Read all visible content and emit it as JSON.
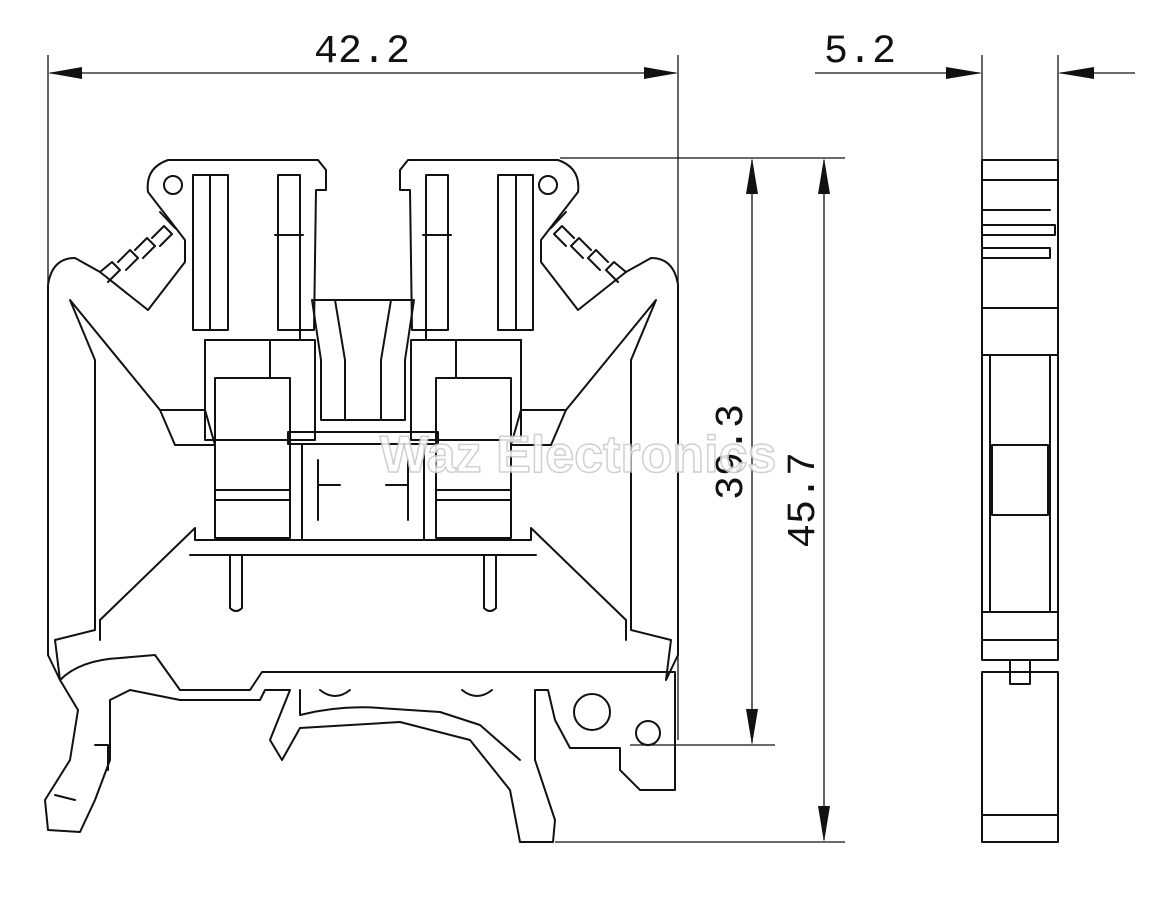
{
  "dimensions": {
    "width": "42.2",
    "thickness": "5.2",
    "height_inner": "39.3",
    "height_total": "45.7"
  },
  "watermark": "Waz Electronics",
  "colors": {
    "line": "#111111",
    "background": "#ffffff",
    "watermark_outline": "#c8c8c8"
  }
}
